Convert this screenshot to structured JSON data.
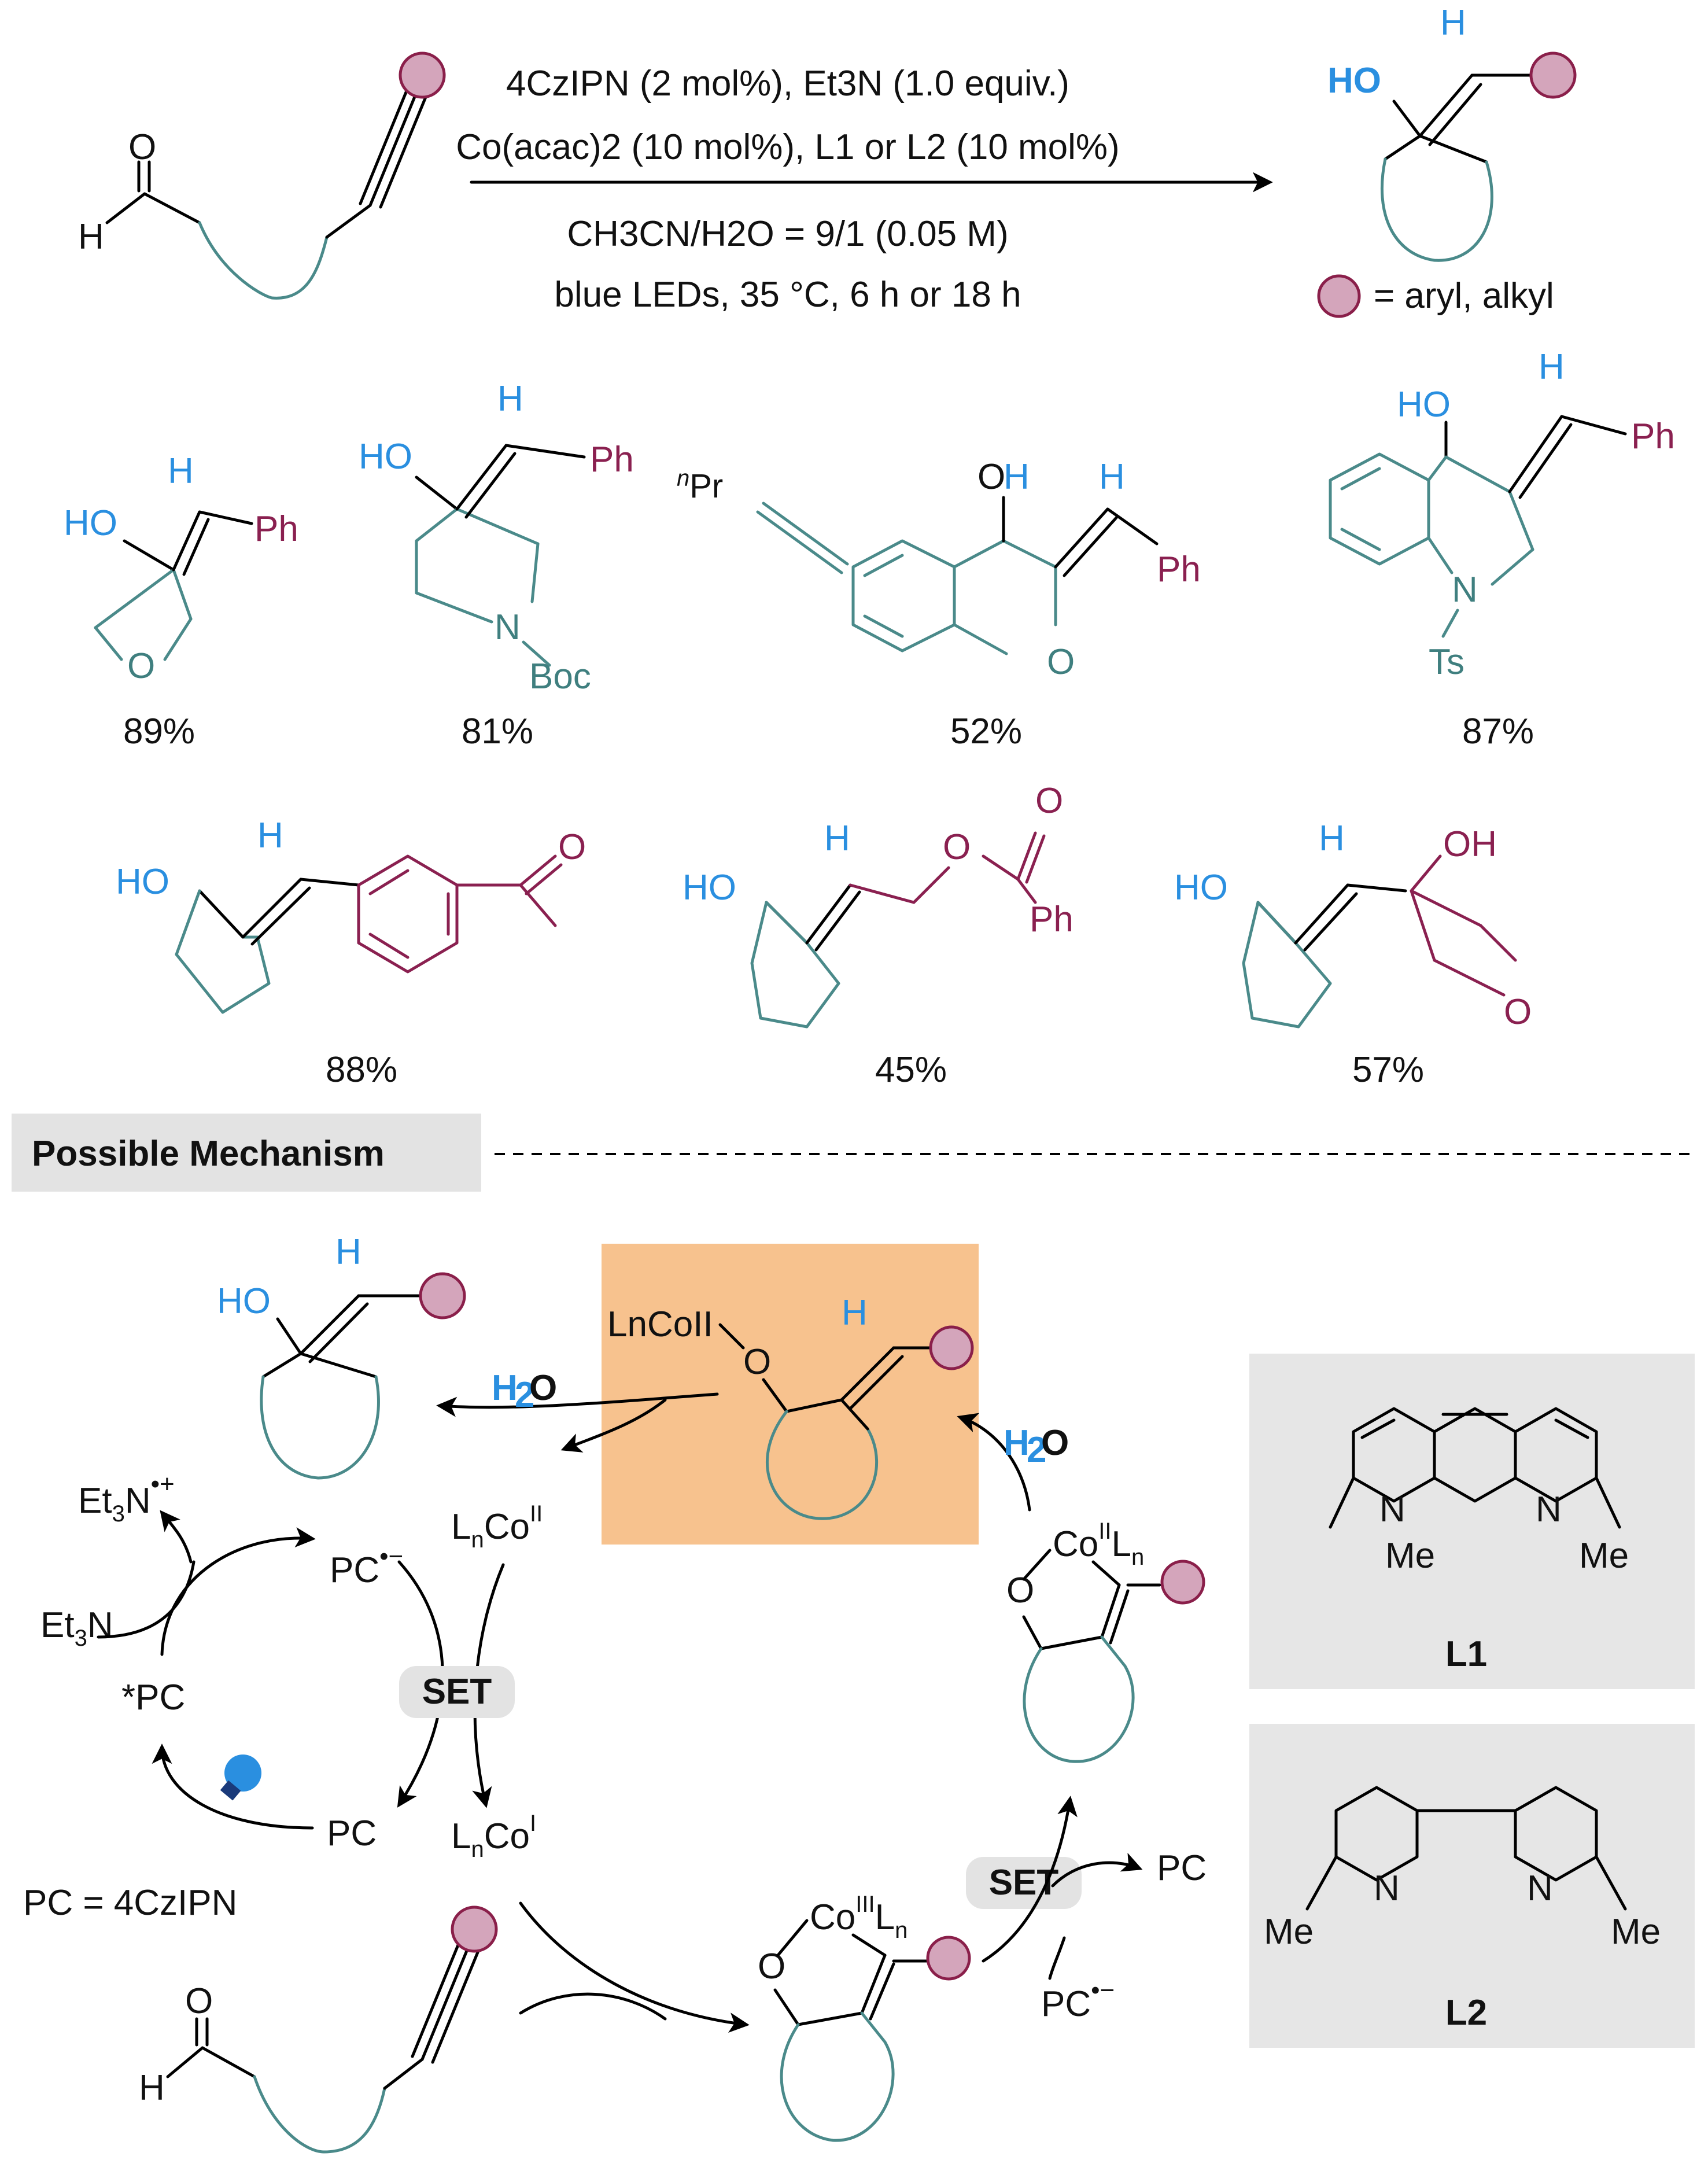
{
  "conditions": {
    "line1": "4CzIPN (2 mol%), Et3N (1.0 equiv.)",
    "line2": "Co(acac)2 (10 mol%), L1 or L2 (10 mol%)",
    "line3": "CH3CN/H2O = 9/1 (0.05 M)",
    "line4": "blue LEDs, 35 °C, 6 h or 18 h"
  },
  "legend": "= aryl, alkyl",
  "yields": [
    "89%",
    "81%",
    "52%",
    "87%",
    "88%",
    "45%",
    "57%"
  ],
  "labels": {
    "ph": "Ph",
    "boc": "Boc",
    "ts": "Ts",
    "npr": "Pr",
    "n_sup": "n",
    "ho": "HO",
    "oh": "OH",
    "h": "H",
    "o": "O",
    "n": "N",
    "me": "Me"
  },
  "mechanism": {
    "header": "Possible Mechanism",
    "pc_def": "PC = 4CzIPN",
    "set": "SET",
    "h2o": "H2O",
    "et3n": "Et3N",
    "et3n_rad": "Et3N•+",
    "pc": "PC",
    "pc_star": "*PC",
    "pc_rad": "PC•−",
    "lnco2": "LnCoII",
    "lnco1": "LnCoI",
    "co3ln": "CoIIILn",
    "co2ln": "CoIILn",
    "l1": "L1",
    "l2": "L2"
  },
  "colors": {
    "accent_blue": "#2a8fe0",
    "ring_teal": "#4a8a8a",
    "substituent_maroon": "#8a2050",
    "highlight_orange": "#f7c28e",
    "ligand_box_gray": "#e6e6e6"
  }
}
